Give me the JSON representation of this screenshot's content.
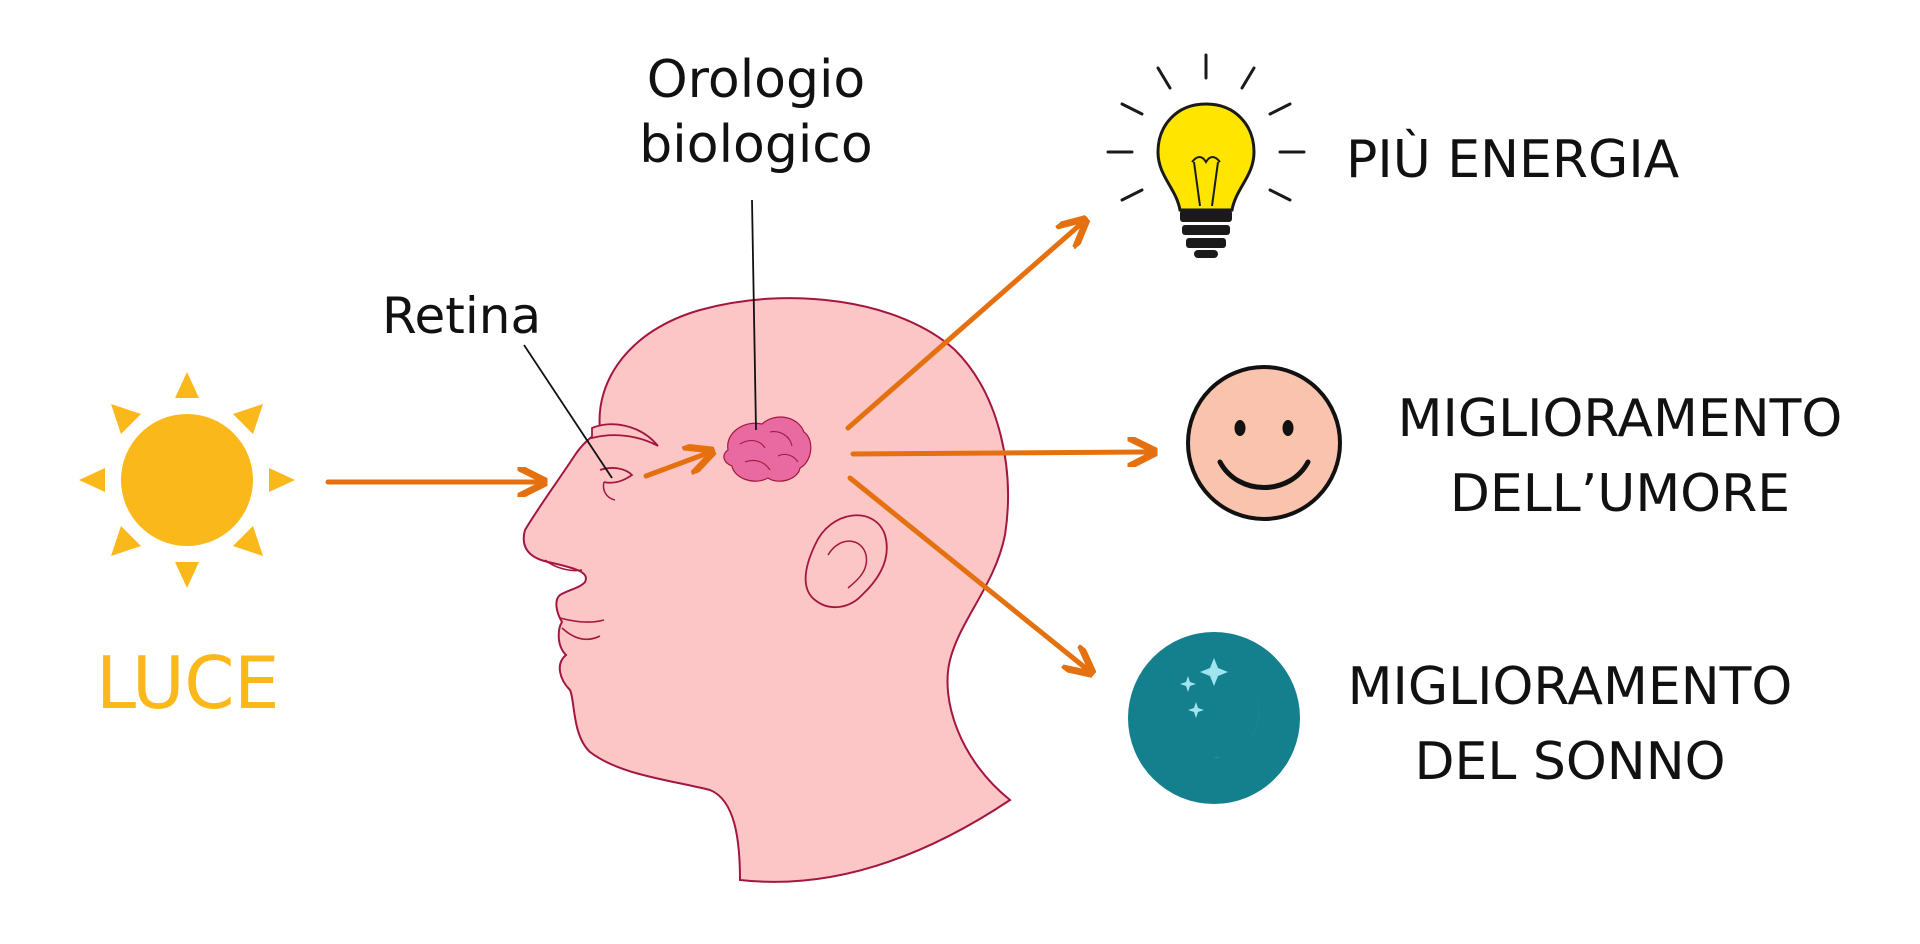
{
  "labels": {
    "light": "LUCE",
    "retina": "Retina",
    "clock_line1": "Orologio",
    "clock_line2": "biologico",
    "energy": "PIÙ ENERGIA",
    "mood_line1": "MIGLIORAMENTO",
    "mood_line2": "DELL’UMORE",
    "sleep_line1": "MIGLIORAMENTO",
    "sleep_line2": "DEL SONNO"
  },
  "colors": {
    "sun": "#fbb81a",
    "arrow": "#e5700f",
    "skin": "#fcc6c6",
    "outline": "#a3173f",
    "brain": "#e86aa0",
    "bulb": "#ffe500",
    "smiley": "#f9c3ae",
    "moon_bg": "#14808d",
    "stars": "#9fe4ee"
  },
  "icons": [
    "sun-icon",
    "head-profile",
    "brain-icon",
    "lightbulb-icon",
    "smiley-icon",
    "moon-icon"
  ]
}
